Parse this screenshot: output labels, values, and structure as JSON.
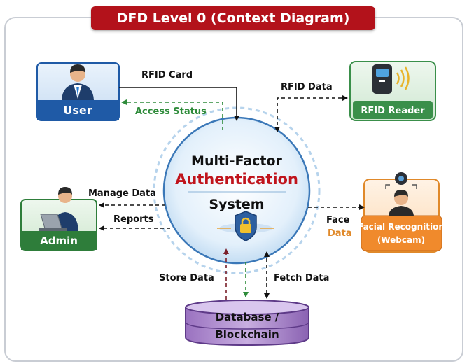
{
  "title": "DFD Level 0 (Context Diagram)",
  "center": {
    "line1": "Multi-Factor",
    "line2": "Authentication",
    "line3": "System"
  },
  "entities": {
    "user": "User",
    "admin": "Admin",
    "rfid_reader": "RFID Reader",
    "facial_line1": "Facial Recognition",
    "facial_line2": "(Webcam)",
    "database_line1": "Database /",
    "database_line2": "Blockchain"
  },
  "flows": {
    "rfid_card": "RFID Card",
    "access_status": "Access Status",
    "rfid_data": "RFID Data",
    "manage_data": "Manage Data",
    "reports": "Reports",
    "face": "Face",
    "data": "Data",
    "store_data": "Store Data",
    "fetch_data": "Fetch Data"
  },
  "colors": {
    "title_banner": "#b3121b",
    "user": "#1f5aa6",
    "admin": "#2e7d3a",
    "rfid_reader": "#3a8f4a",
    "facial": "#f08a2c",
    "database": "#7b4fa3",
    "accent_red": "#c0141c",
    "access_green": "#2e8b3a"
  }
}
